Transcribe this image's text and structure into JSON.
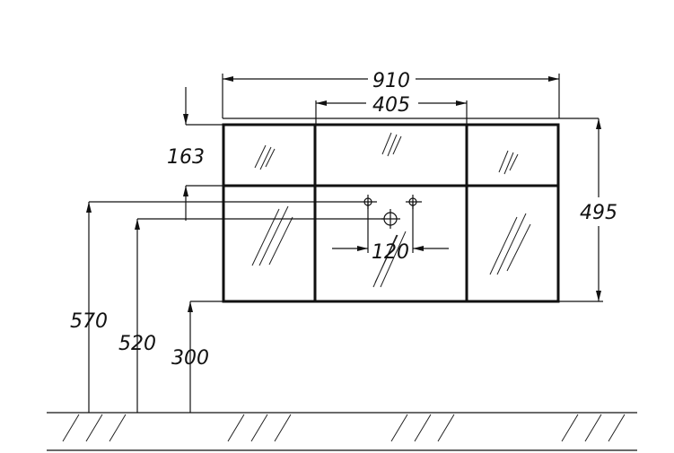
{
  "drawing": {
    "dimensions": {
      "overall_width": "910",
      "center_section_width": "405",
      "drawer_height": "163",
      "overall_height": "495",
      "hole_spacing": "120",
      "height_570": "570",
      "height_520": "520",
      "height_300": "300"
    },
    "colors": {
      "line": "#111111",
      "background": "#ffffff"
    }
  }
}
